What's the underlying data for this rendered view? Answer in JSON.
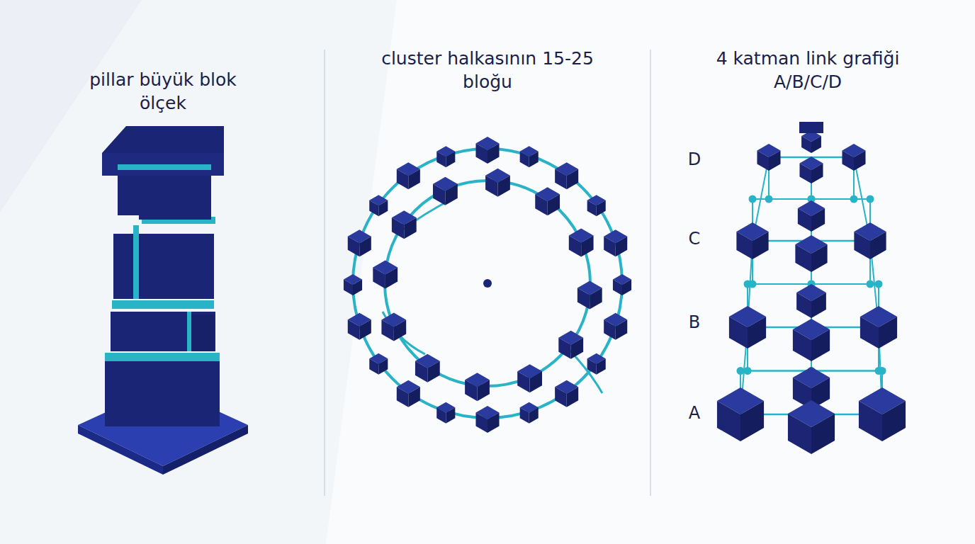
{
  "diagram": {
    "labels": [
      "pillar büyük blok ölçek",
      "cluster halkasının 15-25 bloğu",
      "4 katman link grafiği A/B/C/D",
      "D",
      "C",
      "B",
      "A"
    ]
  }
}
